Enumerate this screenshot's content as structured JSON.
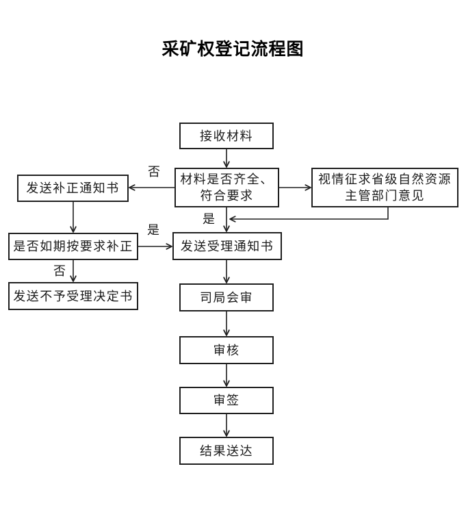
{
  "title": "采矿权登记流程图",
  "colors": {
    "background": "#ffffff",
    "line": "#1f1f1f",
    "box_border": "#1f1f1f",
    "text": "#1a1a1a"
  },
  "flowchart": {
    "nodes": [
      {
        "id": "receive-materials",
        "label": "接收材料"
      },
      {
        "id": "check-materials",
        "label": "材料是否齐全、符合要求",
        "line1": "材料是否齐全、",
        "line2": "符合要求"
      },
      {
        "id": "seek-provincial-opinion",
        "label": "视情征求省级自然资源主管部门意见",
        "line1": "视情征求省级自然资源",
        "line2": "主管部门意见"
      },
      {
        "id": "send-correction-notice",
        "label": "发送补正通知书"
      },
      {
        "id": "corrected-on-time",
        "label": "是否如期按要求补正"
      },
      {
        "id": "send-rejection-decision",
        "label": "发送不予受理决定书"
      },
      {
        "id": "send-acceptance-notice",
        "label": "发送受理通知书"
      },
      {
        "id": "department-joint-review",
        "label": "司局会审"
      },
      {
        "id": "review",
        "label": "审核"
      },
      {
        "id": "sign-approval",
        "label": "审签"
      },
      {
        "id": "deliver-result",
        "label": "结果送达"
      }
    ],
    "edge_labels": [
      {
        "id": "materials-incomplete-no",
        "label": "否"
      },
      {
        "id": "materials-complete-yes",
        "label": "是"
      },
      {
        "id": "corrected-yes",
        "label": "是"
      },
      {
        "id": "corrected-no",
        "label": "否"
      }
    ]
  }
}
